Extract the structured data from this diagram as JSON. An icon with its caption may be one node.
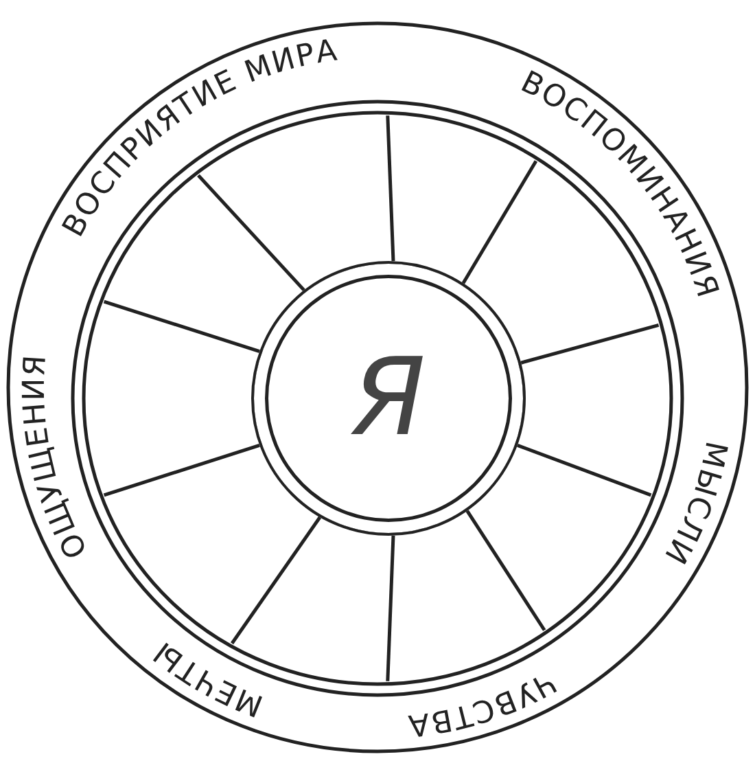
{
  "diagram": {
    "nodes": [
      {
        "text": [
          "ВОСПРИЯТИЕ МИРА",
          "ВОСПОМИНАНИЯ",
          "МЫСЛИ",
          "ЧУВСТВА",
          "МЕЧТЫ",
          "ОЩУЩЕНИЯ"
        ]
      },
      {
        "text": [
          "Я"
        ],
        "in": 0
      }
    ]
  }
}
